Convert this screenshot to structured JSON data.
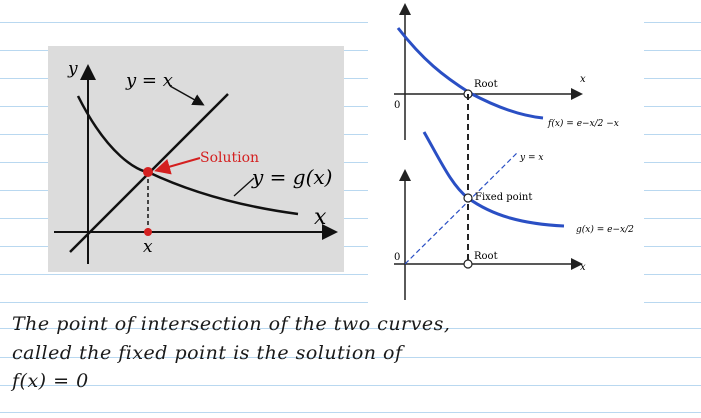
{
  "left_graph": {
    "y_axis_label": "y",
    "x_axis_label": "x",
    "line_label": "y = x",
    "curve_label": "y = g(x)",
    "solution_label": "Solution",
    "solution_x_label": "x"
  },
  "right_graph": {
    "origin_top": "0",
    "origin_bottom": "0",
    "x_axis_top": "x",
    "x_axis_bottom": "x",
    "root_top_label": "Root",
    "root_bottom_label": "Root",
    "f_label": "f(x) = e−x/2 −x",
    "line_label": "y = x",
    "fixed_point_label": "Fixed point",
    "g_label": "g(x) = e−x/2"
  },
  "handwritten_note": {
    "line1": "The point of intersection of the two curves,",
    "line2": "called the fixed point is the solution of",
    "line3": "f(x) = 0"
  },
  "colors": {
    "curve_blue": "#2a4fc4",
    "solution_red": "#d42020",
    "ruled_line": "#b9d8f0",
    "panel_gray": "#dcdcdc"
  }
}
